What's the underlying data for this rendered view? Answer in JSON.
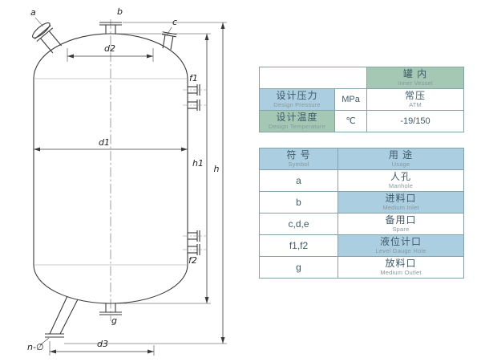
{
  "drawing": {
    "labels": {
      "a": "a",
      "b": "b",
      "c": "c",
      "d1": "d1",
      "d2": "d2",
      "d3": "d3",
      "f1": "f1",
      "f2": "f2",
      "g": "g",
      "h": "h",
      "h1": "h1",
      "n_phi": "n-∅"
    }
  },
  "design_table": {
    "header": {
      "zh": "罐 内",
      "en": "Inner Vessel"
    },
    "pressure": {
      "label_zh": "设计压力",
      "label_en": "Design Pressure",
      "unit": "MPa",
      "value_zh": "常压",
      "value_en": "ATM"
    },
    "temperature": {
      "label_zh": "设计温度",
      "label_en": "Design Temperature",
      "unit": "℃",
      "value": "-19/150"
    }
  },
  "symbol_table": {
    "header": {
      "symbol_zh": "符 号",
      "symbol_en": "Symbol",
      "usage_zh": "用 途",
      "usage_en": "Usage"
    },
    "rows": [
      {
        "symbol": "a",
        "usage_zh": "人孔",
        "usage_en": "Manhole"
      },
      {
        "symbol": "b",
        "usage_zh": "进料口",
        "usage_en": "Medium Inlet"
      },
      {
        "symbol": "c,d,e",
        "usage_zh": "备用口",
        "usage_en": "Spare"
      },
      {
        "symbol": "f1,f2",
        "usage_zh": "液位计口",
        "usage_en": "Level Gauge Hole"
      },
      {
        "symbol": "g",
        "usage_zh": "放料口",
        "usage_en": "Medium Outlet"
      }
    ]
  },
  "colors": {
    "blue": "#abcfe0",
    "green": "#a5c8b5",
    "border": "#84a2aa"
  }
}
